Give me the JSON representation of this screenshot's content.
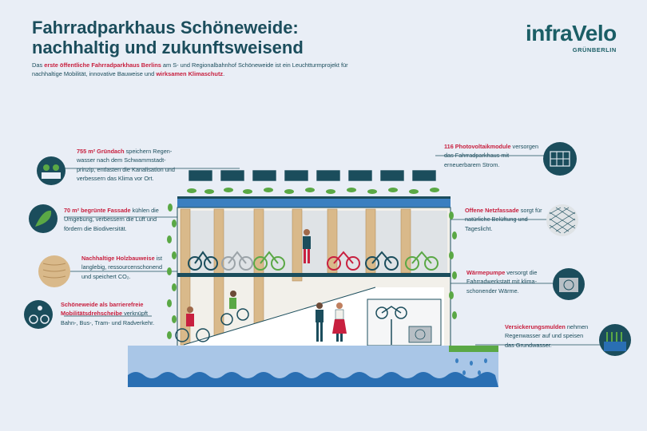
{
  "header": {
    "title_line1": "Fahrradparkhaus Schöneweide:",
    "title_line2": "nachhaltig und zukunftsweisend",
    "intro_pre": "Das ",
    "intro_bold1": "erste öffentliche Fahrradparkhaus Berlins",
    "intro_mid": " am S- und Regionalbahnhof Schöneweide ist ein Leuchtturmprojekt für nachhaltige Mobilität, innovative Bauweise und ",
    "intro_bold2": "wirksamen Klimaschutz",
    "intro_end": "."
  },
  "logo": {
    "main": "infraVelo",
    "sub": "GRÜNBERLIN"
  },
  "features": {
    "roof": {
      "highlight": "755 m² Gründach",
      "text": " speichern Regen­wasser nach dem Schwammstadt­prinzip, entlasten die Kanalisation und verbessern das Klima vor Ort.",
      "icon": "green-roof-icon"
    },
    "facade": {
      "highlight": "70 m² begrünte Fassade",
      "text": " kühlen die Umgebung, verbessern die Luft und fördern die Biodiversität.",
      "icon": "leaf-icon"
    },
    "wood": {
      "highlight": "Nachhaltige Holzbauweise",
      "text": " ist langlebig, ressourcen­schonend und speichert CO₂.",
      "icon": "wood-grain-icon"
    },
    "hub": {
      "highlight": "Schöneweide als barrierefreie Mobilitätsdrehscheibe",
      "text": " verknüpft Bahn-, Bus-, Tram- und Radverkehr.",
      "icon": "cyclist-icon"
    },
    "pv": {
      "highlight": "116 Photovoltaikmodule",
      "text": " versorgen das Fahrradparkhaus mit erneuerbarem Strom.",
      "icon": "solar-panel-icon"
    },
    "net": {
      "highlight": "Offene Netzfassade",
      "text": " sorgt für natürliche Belüftung und Tageslicht.",
      "icon": "net-facade-icon"
    },
    "heatpump": {
      "highlight": "Wärmepumpe",
      "text": " versorgt die Fahrradwerkstatt mit klima­schonender Wärme.",
      "icon": "heat-pump-icon"
    },
    "swale": {
      "highlight": "Versickerungsmulden",
      "text": " nehmen Regenwasser auf und speisen das Grundwasser.",
      "icon": "infiltration-swale-icon"
    }
  },
  "colors": {
    "dark": "#1b4d5c",
    "red": "#c8203f",
    "green": "#5aa845",
    "wood": "#d9b98a",
    "blue": "#3a7fc0",
    "bg": "#e9eef6"
  }
}
